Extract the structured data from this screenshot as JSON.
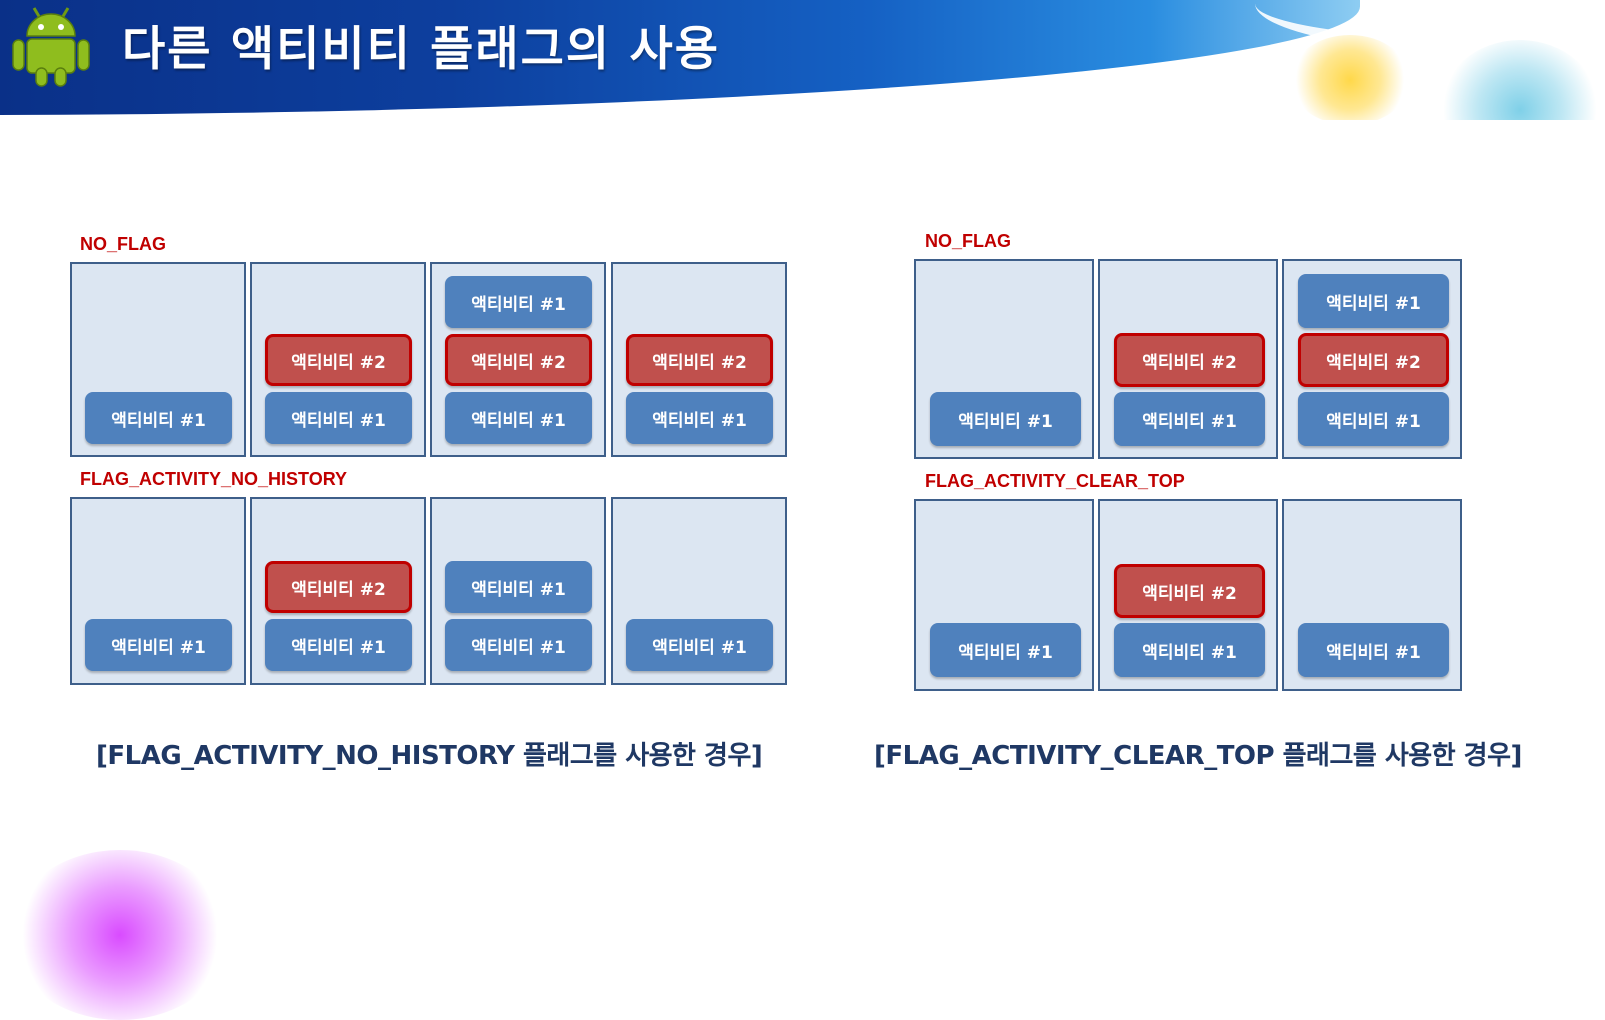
{
  "title": "다른 액티비티 플래그의 사용",
  "colors": {
    "accent_blue": "#4f81bd",
    "accent_red": "#c0504d",
    "flag_label_red": "#c00000",
    "caption_navy": "#1f3864",
    "box_fill": "#dce6f2"
  },
  "left": {
    "top_label": "NO_FLAG",
    "bottom_label": "FLAG_ACTIVITY_NO_HISTORY",
    "caption": "[FLAG_ACTIVITY_NO_HISTORY 플래그를 사용한 경우]",
    "top_row": [
      [
        "액티비티 #1"
      ],
      [
        "액티비티 #2",
        "액티비티 #1"
      ],
      [
        "액티비티 #1",
        "액티비티 #2",
        "액티비티 #1"
      ],
      [
        "액티비티 #2",
        "액티비티 #1"
      ]
    ],
    "bottom_row": [
      [
        "액티비티 #1"
      ],
      [
        "액티비티 #2",
        "액티비티 #1"
      ],
      [
        "액티비티 #1",
        "액티비티 #1"
      ],
      [
        "액티비티 #1"
      ]
    ]
  },
  "right": {
    "top_label": "NO_FLAG",
    "bottom_label": "FLAG_ACTIVITY_CLEAR_TOP",
    "caption": "[FLAG_ACTIVITY_CLEAR_TOP 플래그를 사용한 경우]",
    "top_row": [
      [
        "액티비티 #1"
      ],
      [
        "액티비티 #2",
        "액티비티 #1"
      ],
      [
        "액티비티 #1",
        "액티비티 #2",
        "액티비티 #1"
      ]
    ],
    "bottom_row": [
      [
        "액티비티 #1"
      ],
      [
        "액티비티 #2",
        "액티비티 #1"
      ],
      [
        "액티비티 #1"
      ]
    ]
  }
}
